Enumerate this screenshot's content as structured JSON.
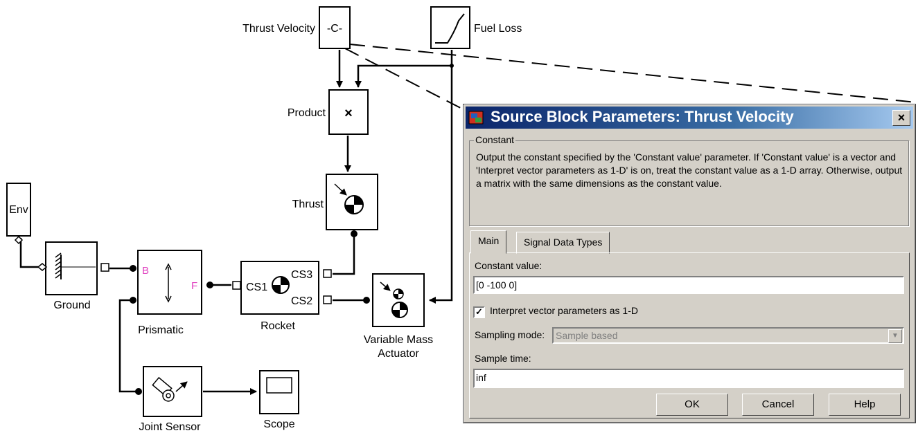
{
  "blocks": {
    "thrust_velocity": {
      "label": "Thrust Velocity",
      "content": "-C-"
    },
    "fuel_loss": {
      "label": "Fuel Loss"
    },
    "product": {
      "label": "Product",
      "content": "×"
    },
    "thrust": {
      "label": "Thrust"
    },
    "env": {
      "label": "Env"
    },
    "ground": {
      "label": "Ground"
    },
    "prismatic": {
      "label": "Prismatic",
      "port_b": "B",
      "port_f": "F"
    },
    "rocket": {
      "label": "Rocket",
      "port_cs1": "CS1",
      "port_cs2": "CS2",
      "port_cs3": "CS3"
    },
    "vma": {
      "label_line1": "Variable Mass",
      "label_line2": "Actuator"
    },
    "joint_sensor": {
      "label": "Joint Sensor"
    },
    "scope": {
      "label": "Scope"
    }
  },
  "dialog": {
    "title": "Source Block Parameters: Thrust Velocity",
    "close": "×",
    "group_title": "Constant",
    "description": "Output the constant specified by the 'Constant value' parameter. If 'Constant value' is a vector and 'Interpret vector parameters as 1-D' is on, treat the constant value as a 1-D array. Otherwise, output a matrix with the same dimensions as the constant value.",
    "tabs": [
      "Main",
      "Signal Data Types"
    ],
    "constant_value_label": "Constant value:",
    "constant_value": "[0 -100 0]",
    "interpret_label": "Interpret vector parameters as 1-D",
    "interpret_checked": "✓",
    "sampling_label": "Sampling mode:",
    "sampling_value": "Sample based",
    "sample_time_label": "Sample time:",
    "sample_time": "inf",
    "buttons": {
      "ok": "OK",
      "cancel": "Cancel",
      "help": "Help"
    }
  }
}
